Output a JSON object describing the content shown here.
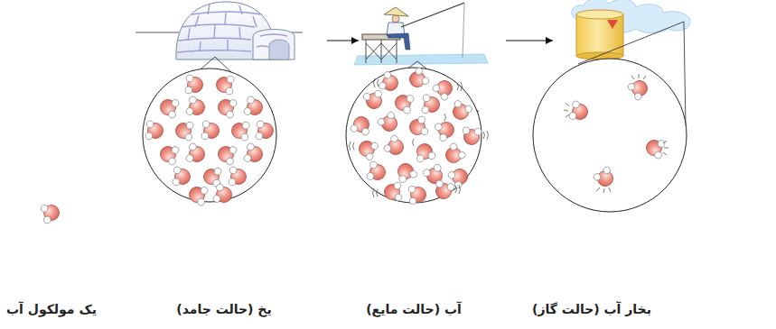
{
  "diagram": {
    "nodes": [
      {
        "text": [
          "یخ (حالت جامد)"
        ]
      },
      {
        "text": [
          "آب (حالت مایع)"
        ]
      },
      {
        "text": [
          "بخار آب (حالت گاز)"
        ]
      }
    ],
    "edges": [
      {
        "from": 0,
        "to": 1,
        "arrow": "to"
      },
      {
        "from": 1,
        "to": 2,
        "arrow": "to"
      }
    ],
    "labels": [
      "یک مولکول آب"
    ]
  }
}
